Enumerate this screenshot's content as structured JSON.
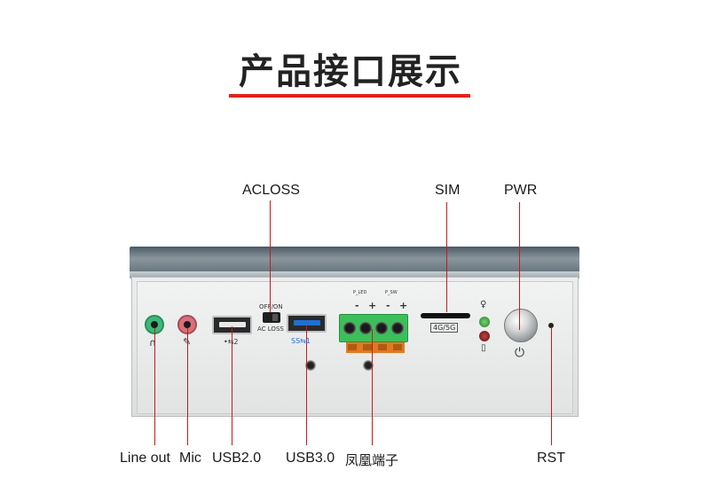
{
  "title": "产品接口展示",
  "labels": {
    "acloss": "ACLOSS",
    "sim": "SIM",
    "pwr": "PWR",
    "line_out": "Line out",
    "mic": "Mic",
    "usb20": "USB2.0",
    "usb30": "USB3.0",
    "phoenix": "凤凰端子",
    "rst": "RST"
  },
  "panel_text": {
    "off_on": "OFF/ON",
    "ac_loss": "AC LOSS",
    "usb2_mark": "•⇆2",
    "usb3_mark": "SS⇆1",
    "p_led": "P_LED",
    "p_sw": "P_SW",
    "minus1": "-",
    "plus1": "+",
    "minus2": "-",
    "plus2": "+",
    "sim_mark": "4G/5G"
  },
  "colors": {
    "accent_red": "#e2231a",
    "leader_line": "#c8191e",
    "line_out_jack": "#3cb878",
    "mic_jack": "#d8707a",
    "usb3_blue": "#1f6fd6",
    "terminal_green": "#3bbf5a",
    "terminal_orange": "#e07a20"
  },
  "icons": [
    "headphone-icon",
    "microphone-icon",
    "usb-icon",
    "lightbulb-icon",
    "disk-icon",
    "power-icon"
  ]
}
